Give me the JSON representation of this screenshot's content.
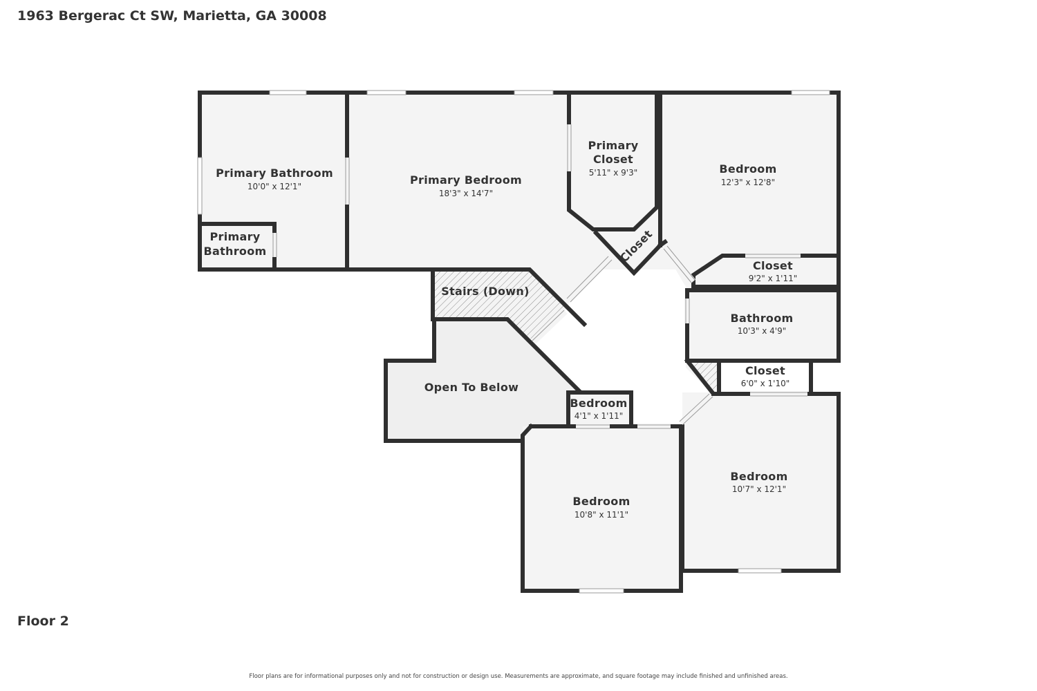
{
  "header": {
    "address": "1963 Bergerac Ct SW, Marietta, GA 30008"
  },
  "footer": {
    "floor": "Floor 2",
    "disclaimer": "Floor plans are for informational purposes only and not for construction or design use. Measurements are approximate, and square footage may include finished and unfinished areas."
  },
  "rooms": {
    "primary_bathroom": {
      "name": "Primary Bathroom",
      "dims": "10'0\" x 12'1\""
    },
    "primary_bathroom_small": {
      "name_line1": "Primary",
      "name_line2": "Bathroom"
    },
    "primary_bedroom": {
      "name": "Primary Bedroom",
      "dims": "18'3\" x 14'7\""
    },
    "primary_closet": {
      "name_line1": "Primary",
      "name_line2": "Closet",
      "dims": "5'11\" x 9'3\""
    },
    "closet_angled": {
      "name": "Closet"
    },
    "bedroom_ne": {
      "name": "Bedroom",
      "dims": "12'3\" x 12'8\""
    },
    "closet_east": {
      "name": "Closet",
      "dims": "9'2\" x 1'11\""
    },
    "bathroom": {
      "name": "Bathroom",
      "dims": "10'3\" x 4'9\""
    },
    "stairs": {
      "name": "Stairs (Down)"
    },
    "open_to_below": {
      "name": "Open To Below"
    },
    "closet_mid": {
      "name": "Closet",
      "dims": "6'0\" x 1'10\""
    },
    "bedroom_small": {
      "name": "Bedroom",
      "dims": "4'1\" x 1'11\""
    },
    "bedroom_sw": {
      "name": "Bedroom",
      "dims": "10'8\" x 11'1\""
    },
    "bedroom_se": {
      "name": "Bedroom",
      "dims": "10'7\" x 12'1\""
    }
  }
}
